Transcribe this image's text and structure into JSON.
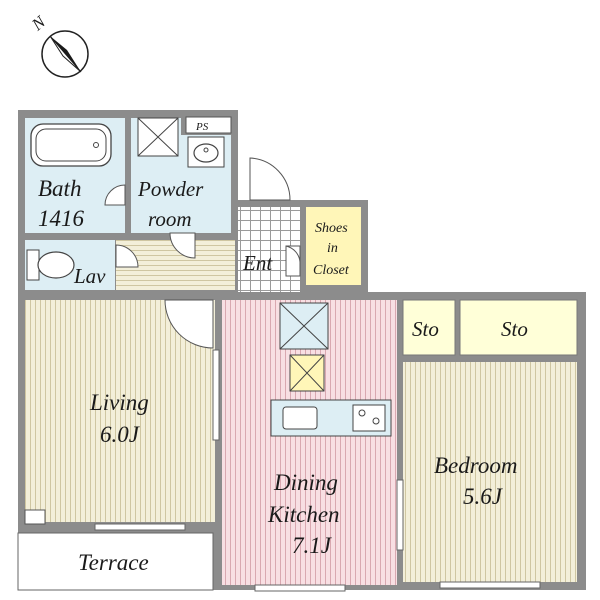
{
  "compass": {
    "label": "N",
    "icon": "north-arrow-icon"
  },
  "rooms": {
    "bath": {
      "name": "Bath",
      "size": "1416"
    },
    "powder": {
      "line1": "Powder",
      "line2": "room"
    },
    "ps": "PS",
    "lav": "Lav",
    "entrance": "Ent",
    "shoes_closet": {
      "line1": "Shoes",
      "line2": "in",
      "line3": "Closet"
    },
    "living": {
      "name": "Living",
      "size": "6.0J"
    },
    "dining_kitchen": {
      "line1": "Dining",
      "line2": "Kitchen",
      "size": "7.1J"
    },
    "storage_left": "Sto",
    "storage_right": "Sto",
    "bedroom": {
      "name": "Bedroom",
      "size": "5.6J"
    },
    "terrace": "Terrace"
  },
  "colors": {
    "wall": "#8c8c8c",
    "living_floor": "#f3efd9",
    "living_stripe": "#cfc6a1",
    "dining_floor": "#f8dfe3",
    "dining_stripe": "#d9a8b0",
    "wet_floor": "#ddeef4",
    "storage_fill": "#ffffd8",
    "shoes_fill": "#fff6b8",
    "terrace_fill": "#ffffff",
    "tile_line": "#9a9a9a"
  }
}
